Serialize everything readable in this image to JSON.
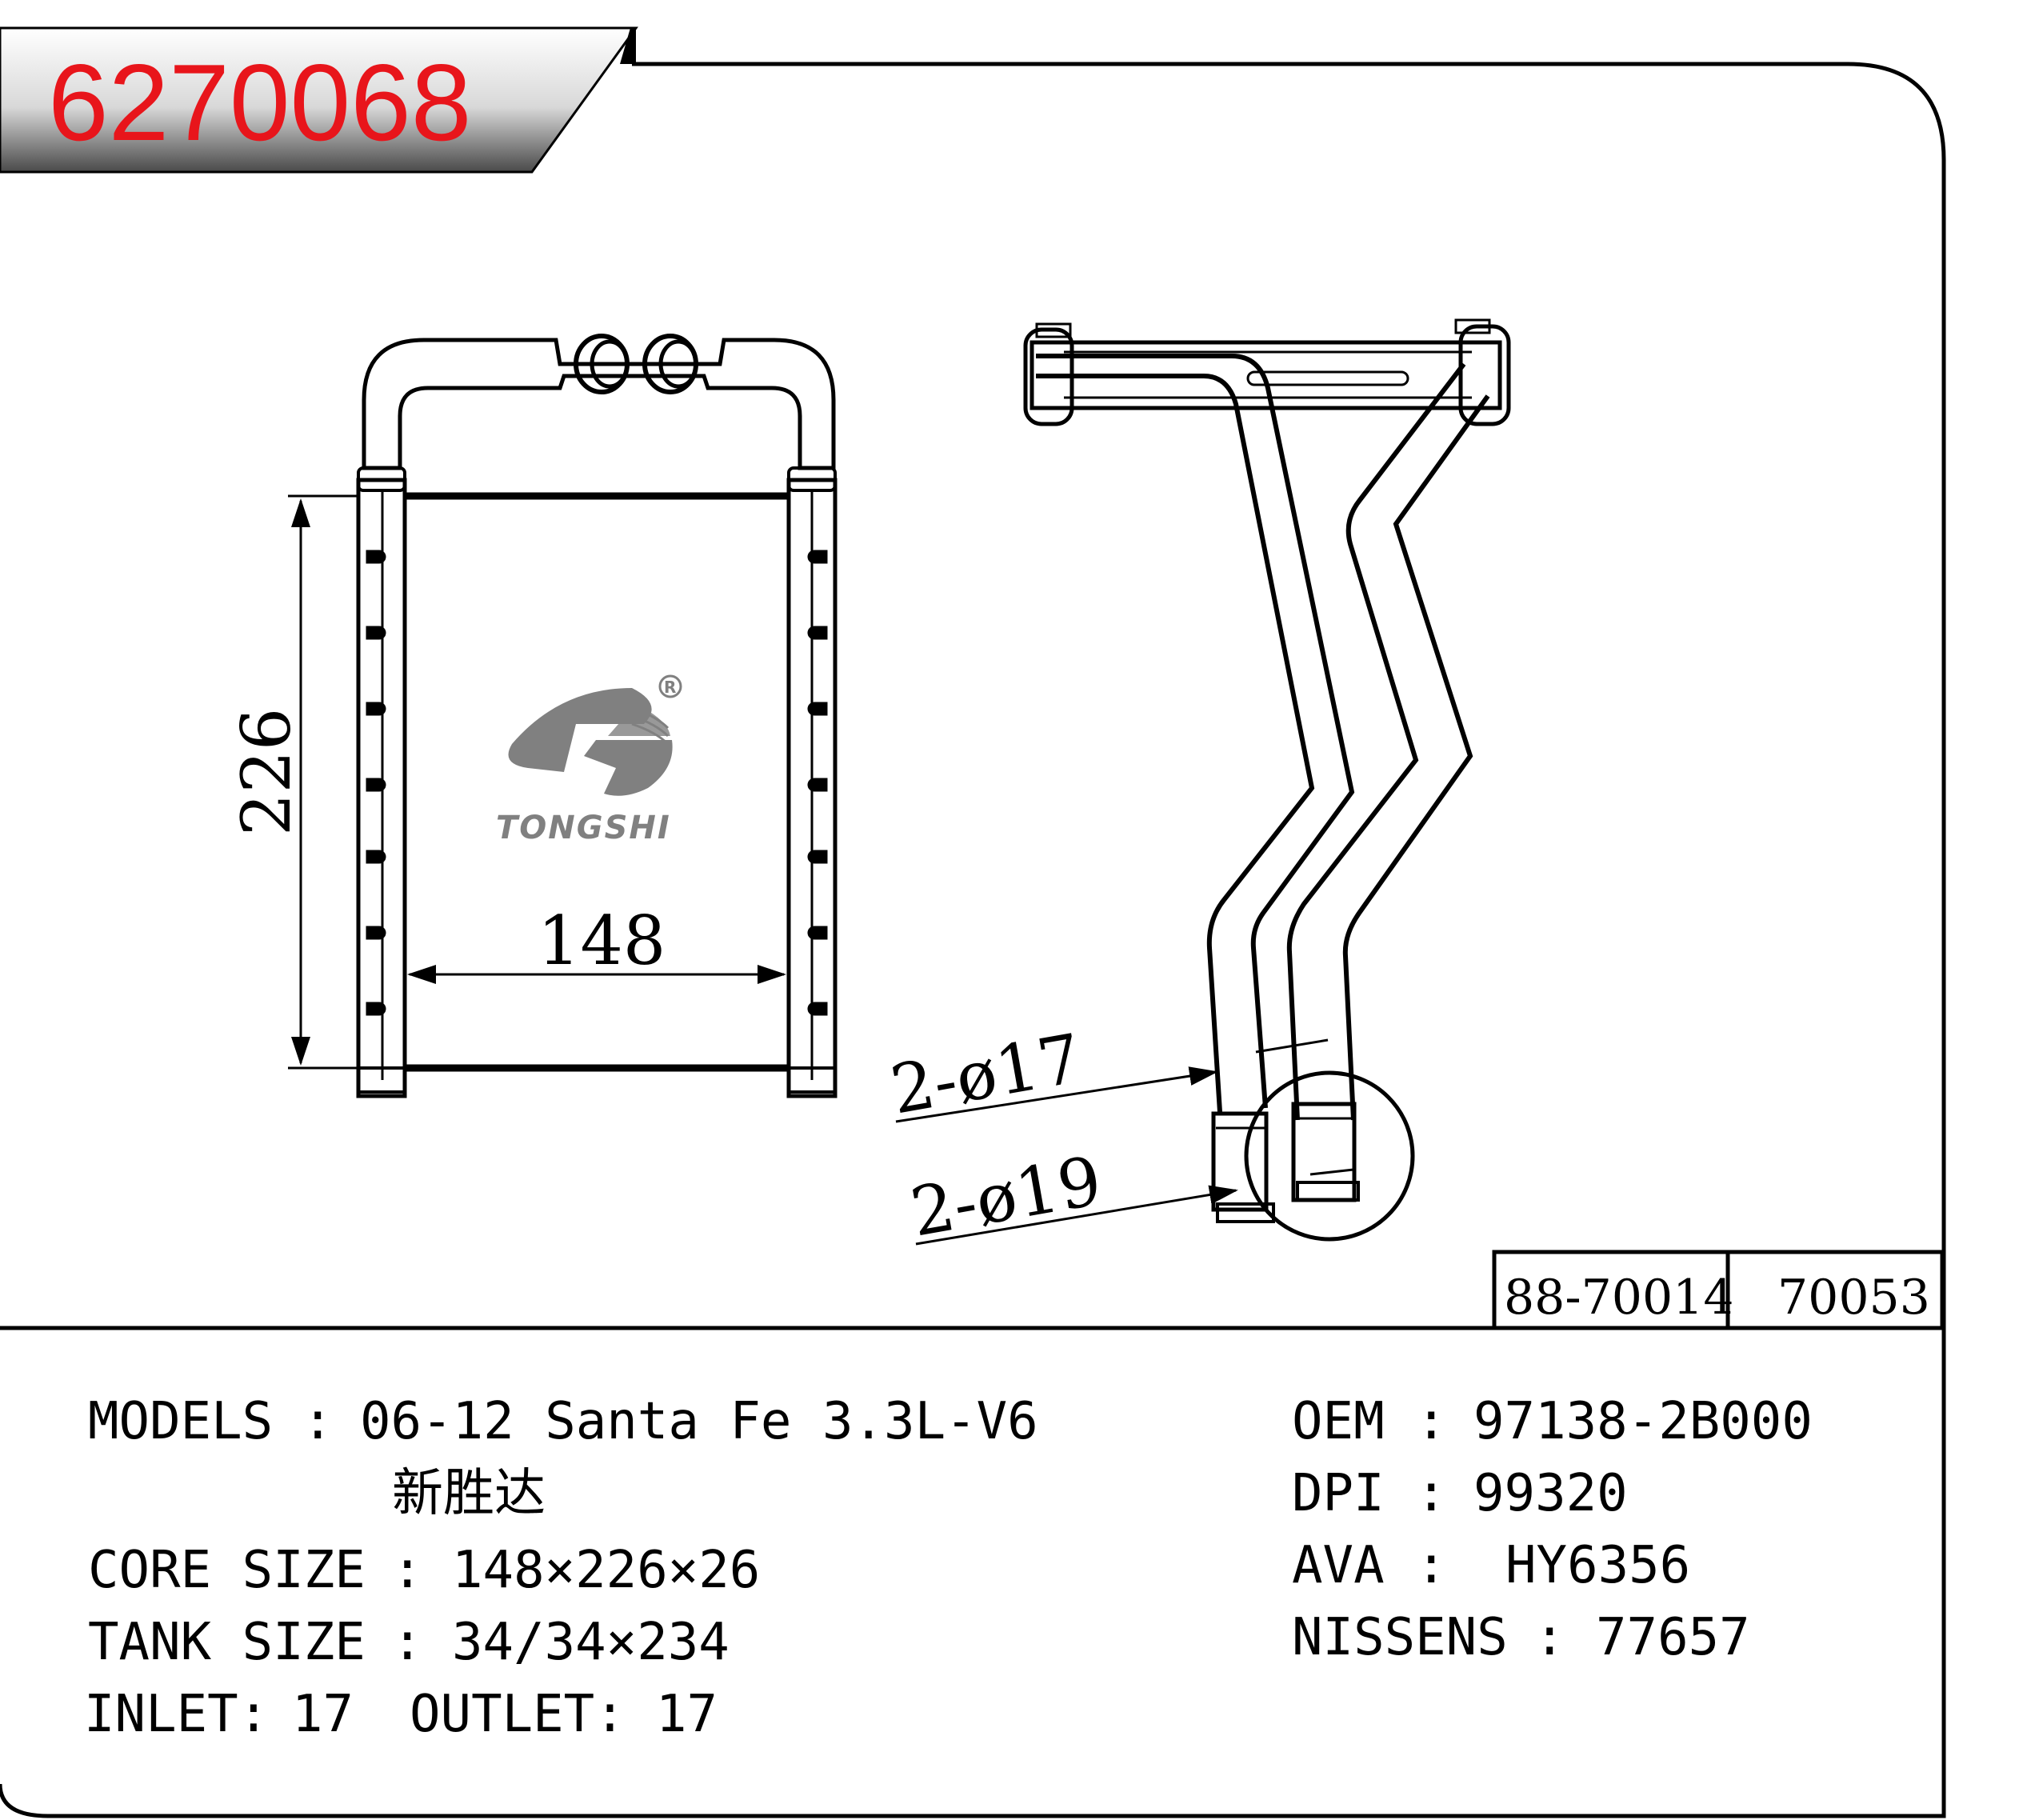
{
  "part_code": "6270068",
  "colors": {
    "code_text": "#e8151b",
    "banner_light": "#ffffff",
    "banner_dark": "#5a5a5a",
    "logo_gray": "#808080"
  },
  "drawing": {
    "height_dim": "226",
    "width_dim": "148",
    "pipe_label_a": "2-ø17",
    "pipe_label_b": "2-ø19",
    "logo_text": "TONGSHI",
    "logo_mark": "registered-mark-icon"
  },
  "refs": [
    "88-70014",
    "70053"
  ],
  "specs": {
    "models_label": "MODELS",
    "models_value": "06-12 Santa Fe 3.3L-V6",
    "models_value_2": "新胜达",
    "core_label": "CORE SIZE",
    "core_value": "148×226×26",
    "tank_label": "TANK SIZE",
    "tank_value": "34/34×234",
    "inlet_label": "INLET:",
    "inlet_value": "17",
    "outlet_label": "OUTLET:",
    "outlet_value": "17",
    "sep": ":"
  },
  "oem": {
    "oem_label": "OEM",
    "oem_value": "97138-2B000",
    "dpi_label": "DPI",
    "dpi_value": "99320",
    "ava_label": "AVA",
    "ava_value": "HY6356",
    "nissens_label": "NISSENS",
    "nissens_value": "77657",
    "sep": ":"
  }
}
